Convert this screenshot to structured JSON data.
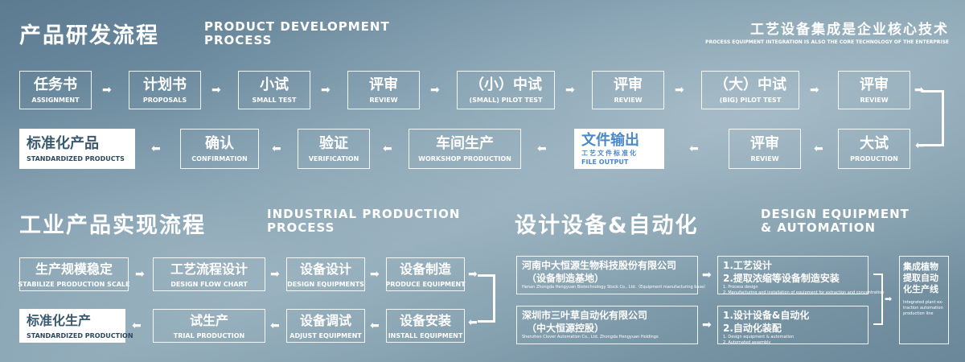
{
  "product": {
    "title_zh": "产品研发流程",
    "title_en_1": "PRODUCT DEVELOPMENT",
    "title_en_2": "PROCESS",
    "row1": [
      {
        "zh": "任务书",
        "en": "ASSIGNMENT"
      },
      {
        "zh": "计划书",
        "en": "PROPOSALS"
      },
      {
        "zh": "小试",
        "en": "SMALL TEST"
      },
      {
        "zh": "评审",
        "en": "REVIEW"
      },
      {
        "zh": "（小）中试",
        "en": "(SMALL) PILOT TEST"
      },
      {
        "zh": "评审",
        "en": "REVIEW"
      },
      {
        "zh": "（大）中试",
        "en": "(BIG) PILOT TEST"
      },
      {
        "zh": "评审",
        "en": "REVIEW"
      }
    ],
    "row2": [
      {
        "zh": "标准化产品",
        "en": "STANDARDIZED PRODUCTS"
      },
      {
        "zh": "确认",
        "en": "CONFIRMATION"
      },
      {
        "zh": "验证",
        "en": "VERIFICATION"
      },
      {
        "zh": "车间生产",
        "en": "WORKSHOP PRODUCTION"
      },
      {
        "zh": "文件输出",
        "sub": "工艺文件标准化",
        "en": "FILE OUTPUT"
      },
      {
        "zh": "评审",
        "en": "REVIEW"
      },
      {
        "zh": "大试",
        "en": "PRODUCTION"
      }
    ]
  },
  "core": {
    "zh": "工艺设备集成是企业核心技术",
    "en": "PROCESS EQUIPMENT INTEGRATION IS ALSO THE CORE TECHNOLOGY OF THE ENTERPRISE"
  },
  "industrial": {
    "title_zh": "工业产品实现流程",
    "title_en_1": "INDUSTRIAL PRODUCTION",
    "title_en_2": "PROCESS",
    "row1": [
      {
        "zh": "生产规模稳定",
        "en": "STABILIZE PRODUCTION SCALE"
      },
      {
        "zh": "工艺流程设计",
        "en": "DESIGN FLOW CHART"
      },
      {
        "zh": "设备设计",
        "en": "DESIGN EQUIPMENTS"
      },
      {
        "zh": "设备制造",
        "en": "PRODUCE EQUIPMENT"
      }
    ],
    "row2": [
      {
        "zh": "标准化生产",
        "en": "STANDARDIZED  PRODUCTION"
      },
      {
        "zh": "试生产",
        "en": "TRIAL PRODUCTION"
      },
      {
        "zh": "设备调试",
        "en": "ADJUST EQUIPMENT"
      },
      {
        "zh": "设备安装",
        "en": "INSTALL EQUIPMENT"
      }
    ]
  },
  "design": {
    "title_zh": "设计设备&自动化",
    "title_en_1": "DESIGN EQUIPMENT",
    "title_en_2": "& AUTOMATION",
    "company1": {
      "zh1": "河南中大恒源生物科技股份有限公司",
      "zh2": "（设备制造基地）",
      "en": "Henan Zhongda Hengyuan Biotechnology Stock Co., Ltd.（Equipment manufacturing base）"
    },
    "company2": {
      "zh1": "深圳市三叶草自动化有限公司",
      "zh2": "（中大恒源控股）",
      "en": "Shenzhen Clover Automation Co., Ltd. Zhongda Hengyuan Holdings"
    },
    "task1": {
      "zh1": "1.工艺设计",
      "zh2": "2.提取浓缩等设备制造安装",
      "en1": "1. Process design",
      "en2": "2. Manufacturing and installation of equipment for extraction and concentration"
    },
    "task2": {
      "zh1": "1.设计设备&自动化",
      "zh2": "2.自动化装配",
      "en1": "1. Design equipment & automation",
      "en2": "2. Automated assembly"
    },
    "result": {
      "zh1": "集成植物",
      "zh2": "提取自动",
      "zh3": "化生产线",
      "en1": "Integrated plant ex-",
      "en2": "traction automation",
      "en3": "production line"
    }
  }
}
